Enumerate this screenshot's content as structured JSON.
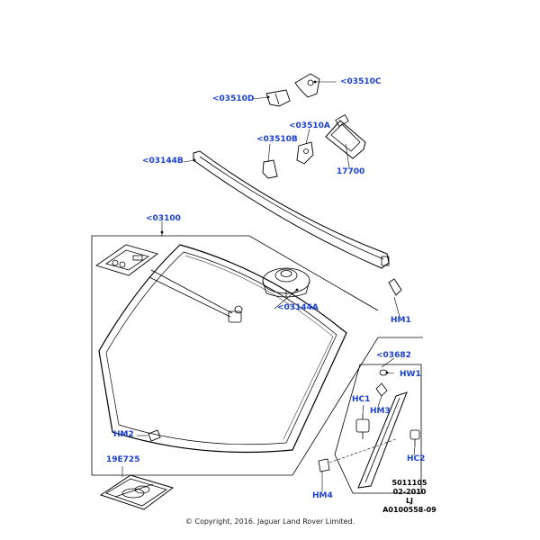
{
  "callouts": {
    "c03510c": "<03510C",
    "c03510d": "<03510D",
    "c03510a": "<03510A",
    "c03510b": "<03510B",
    "p17700": "17700",
    "c03144b": "<03144B",
    "c03100": "<03100",
    "c03144a": "<03144A",
    "hm1": "HM1",
    "c03682": "<03682",
    "hw1": "HW1",
    "hc1": "HC1",
    "hm3": "HM3",
    "hm2": "HM2",
    "p19e725": "19E725",
    "hc2": "HC2",
    "hm4": "HM4"
  },
  "reference": {
    "line1": "5011105",
    "line2": "02-2010",
    "line3": "LJ",
    "line4": "A0100558-09"
  },
  "copyright": "© Copyright, 2016. Jaguar Land Rover Limited.",
  "colors": {
    "callout": "#1a3fd6",
    "line": "#000000"
  }
}
